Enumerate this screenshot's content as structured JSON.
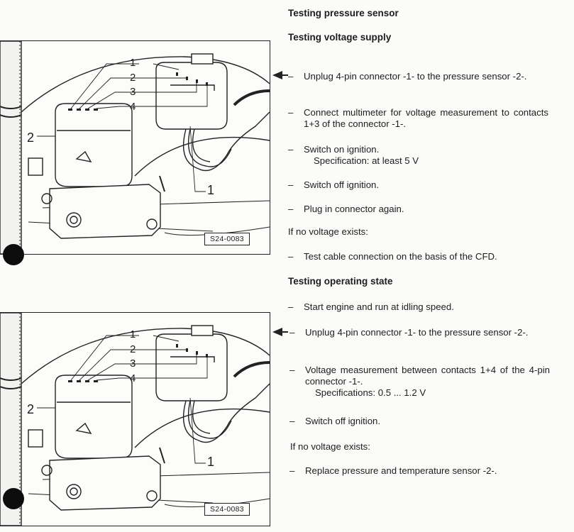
{
  "headings": {
    "main": "Testing pressure sensor",
    "voltage": "Testing voltage supply",
    "operating": "Testing operating state"
  },
  "figures": [
    {
      "ref": "S24-0083",
      "callouts": [
        "1",
        "2",
        "3",
        "4",
        "2",
        "1"
      ]
    },
    {
      "ref": "S24-0083",
      "callouts": [
        "1",
        "2",
        "3",
        "4",
        "2",
        "1"
      ]
    }
  ],
  "voltage_steps": [
    {
      "text": "Unplug 4-pin connector -1- to the pressure sensor -2-."
    },
    {
      "text": "Connect multimeter for voltage measurement to contacts 1+3 of the connector -1-."
    },
    {
      "text": "Switch on ignition.",
      "spec": "Specification: at least 5 V"
    },
    {
      "text": "Switch off ignition."
    },
    {
      "text": "Plug in connector again."
    }
  ],
  "voltage_condition": "If no voltage exists:",
  "voltage_remedy": "Test cable connection on the basis of the CFD.",
  "operating_steps": [
    {
      "text": "Start engine and run at idling speed."
    },
    {
      "text": "Unplug 4-pin connector -1- to the pressure sensor -2-."
    },
    {
      "text": "Voltage measurement between contacts 1+4 of the 4-pin connector -1-.",
      "spec": "Specifications: 0.5 ... 1.2 V"
    },
    {
      "text": "Switch off ignition."
    }
  ],
  "operating_condition": "If no voltage exists:",
  "operating_remedy": "Replace pressure and temperature sensor -2-.",
  "dash": "–"
}
